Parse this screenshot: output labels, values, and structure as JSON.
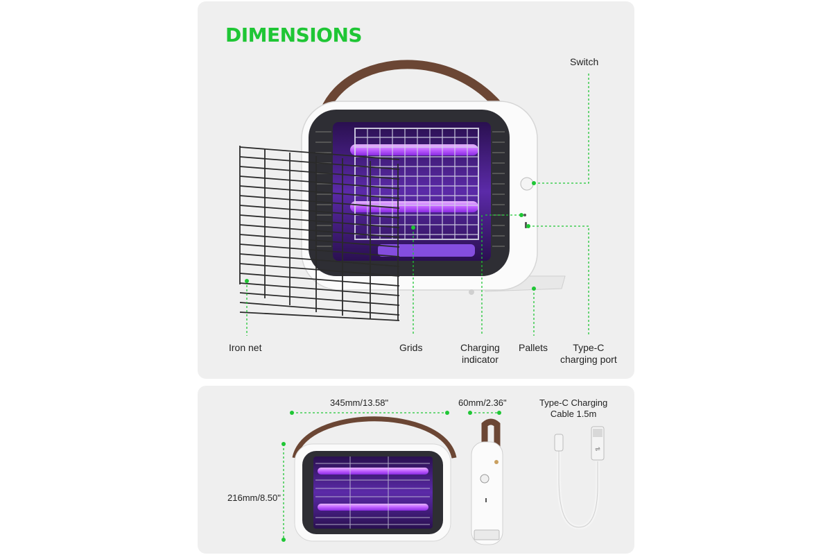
{
  "title": "DIMENSIONS",
  "callouts": {
    "switch": "Switch",
    "iron_net": "Iron net",
    "grids": "Grids",
    "charging_indicator": [
      "Charging",
      "indicator"
    ],
    "pallets": "Pallets",
    "type_c_port": [
      "Type-C",
      "charging port"
    ]
  },
  "dimensions": {
    "width": "345mm/13.58\"",
    "depth": "60mm/2.36\"",
    "height": "216mm/8.50\"",
    "cable": [
      "Type-C Charging",
      "Cable 1.5m"
    ]
  },
  "colors": {
    "accent_green": "#1fc635",
    "uv_purple": "#b04cff",
    "handle_brown": "#6b4634",
    "panel_bg": "#efefef"
  }
}
